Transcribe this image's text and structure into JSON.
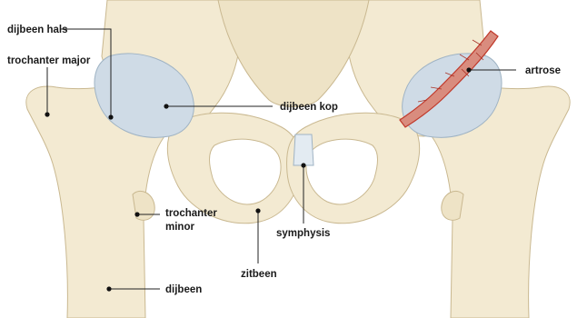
{
  "labels": {
    "dijbeen_hals": "dijbeen hals",
    "trochanter_major": "trochanter major",
    "dijbeen_kop": "dijbeen kop",
    "artrose": "artrose",
    "trochanter_minor_line1": "trochanter",
    "trochanter_minor_line2": "minor",
    "symphysis": "symphysis",
    "zitbeen": "zitbeen",
    "dijbeen": "dijbeen"
  },
  "colors": {
    "bone": "#f3ead2",
    "bone_shadow": "#e2d3b0",
    "bone_outline": "#c9b890",
    "cartilage": "#cfdbe6",
    "cartilage_outline": "#9fb3c4",
    "arthrosis": "#c0392b"
  }
}
